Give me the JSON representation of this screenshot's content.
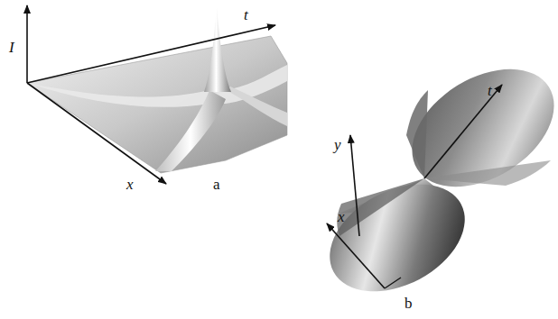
{
  "diagram": {
    "labels": [
      "I",
      "t",
      "x",
      "a",
      "y",
      "t",
      "x",
      "b"
    ]
  }
}
